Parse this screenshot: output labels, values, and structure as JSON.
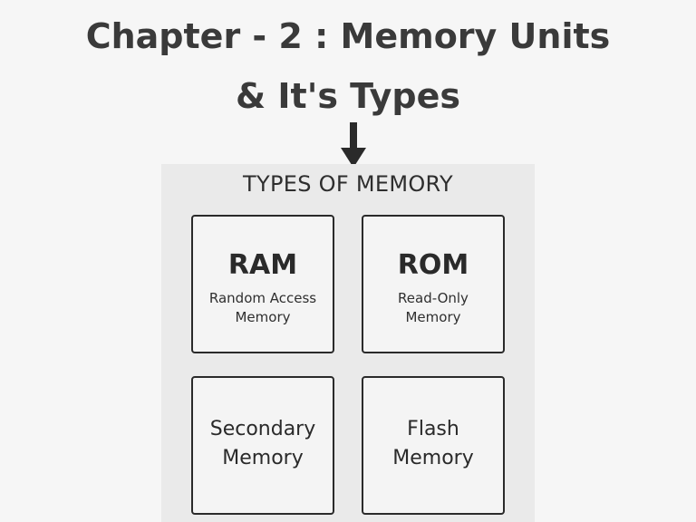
{
  "header": {
    "title_line1": "Chapter - 2 : Memory Units",
    "title_line2": "& It's Types"
  },
  "diagram": {
    "heading": "TYPES OF MEMORY",
    "cards": [
      {
        "name": "RAM",
        "line1": "Random Access",
        "line2": "Memory"
      },
      {
        "name": "ROM",
        "line1": "Read-Only",
        "line2": "Memory"
      },
      {
        "line1": "Secondary",
        "line2": "Memory"
      },
      {
        "line1": "Flash",
        "line2": "Memory"
      }
    ]
  },
  "colors": {
    "background": "#f6f6f6",
    "panel": "#eaeaea",
    "text": "#2b2b2b",
    "border": "#2a2a2a"
  },
  "icons": {
    "arrow": "arrow-down-icon"
  }
}
